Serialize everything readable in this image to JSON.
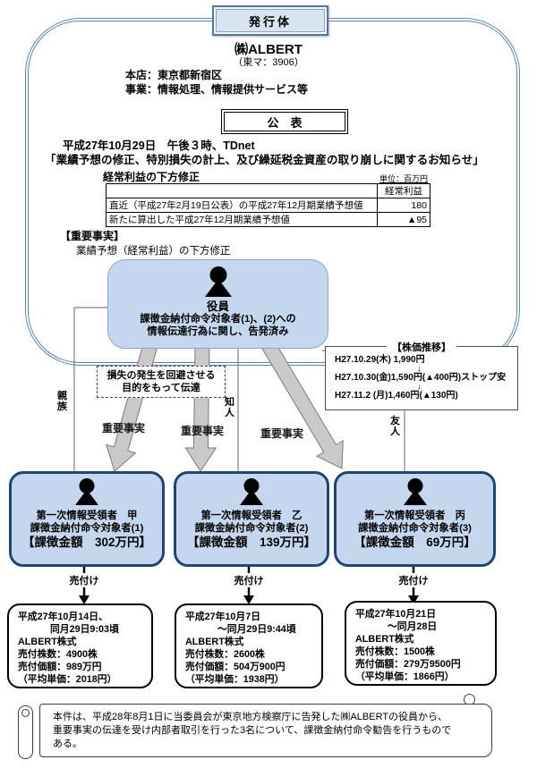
{
  "issuer": {
    "header_label": "発行体",
    "company": "㈱ALBERT",
    "ticker": "（東マ：3906）",
    "head_office": "本店：東京都新宿区",
    "business": "事業：情報処理、情報提供サービス等",
    "announcement_label": "公　表",
    "announcement_datetime": "平成27年10月29日　午後３時、TDnet",
    "announcement_title": "「業績予想の修正、特別損失の計上、及び繰延税金資産の取り崩しに関するお知らせ」",
    "revision_title": "経常利益の下方修正",
    "unit_note": "単位：百万円",
    "table": {
      "value_header": "経常利益",
      "rows": [
        {
          "label": "直近（平成27年2月19日公表）の平成27年12月期業績予想値",
          "value": "180"
        },
        {
          "label": "新たに算出した平成27年12月期業績予想値",
          "value": "▲95"
        }
      ]
    },
    "material_fact_heading": "【重要事実】",
    "material_fact_detail": "業績予想（経常利益）の下方修正"
  },
  "officer": {
    "title": "役員",
    "note_line1": "課徴金納付命令対象者(1)、(2)への",
    "note_line2": "情報伝達行為に関し、告発済み"
  },
  "transmission": {
    "purpose_line1": "損失の発生を回避させる",
    "purpose_line2": "目的をもって伝達",
    "arrow_label": "重要事実",
    "relation_1": "親族",
    "relation_2": "知人",
    "relation_3": "友人"
  },
  "stock_price": {
    "title": "【株価推移】",
    "line1": "H27.10.29(木) 1,990円",
    "line2": "H27.10.30(金)1,590円(▲400円)ストップ安",
    "line3": "H27.11.2 (月)1,460円(▲130円)",
    "down_arrow": "↓"
  },
  "recipients": [
    {
      "name": "第一次情報受領者　甲",
      "subject": "課徴金納付命令対象者(1)",
      "penalty": "【課徴金額　302万円】",
      "action": "売付け",
      "trade": {
        "period1": "平成27年10月14日、",
        "period2": "同月29日9:03頃",
        "stock": "ALBERT株式",
        "shares": "売付株数：4900株",
        "amount": "売付価額：989万円",
        "avg_price": "（平均単価：2018円）"
      }
    },
    {
      "name": "第一次情報受領者　乙",
      "subject": "課徴金納付命令対象者(2)",
      "penalty": "【課徴金額　139万円】",
      "action": "売付け",
      "trade": {
        "period1": "平成27年10月7日",
        "period2": "～同月29日9:44頃",
        "stock": "ALBERT株式",
        "shares": "売付株数：2600株",
        "amount": "売付価額：504万900円",
        "avg_price": "（平均単価：1938円）"
      }
    },
    {
      "name": "第一次情報受領者　丙",
      "subject": "課徴金納付命令対象者(3)",
      "penalty": "【課徴金額　69万円】",
      "action": "売付け",
      "trade": {
        "period1": "平成27年10月21日",
        "period2": "～同月28日",
        "stock": "ALBERT株式",
        "shares": "売付株数：1500株",
        "amount": "売付価額：279万9500円",
        "avg_price": "（平均単価：1866円）"
      }
    }
  ],
  "footer": {
    "line1": "本件は、平成28年8月1日に当委員会が東京地方検察庁に告発した㈱ALBERTの役員から、",
    "line2": "重要事実の伝達を受け内部者取引を行った3名について、課徴金納付命令勧告を行うもので",
    "line3": "ある。"
  },
  "icons": {
    "person_icon": "black person silhouette",
    "down_arrow_icon": "↓"
  }
}
